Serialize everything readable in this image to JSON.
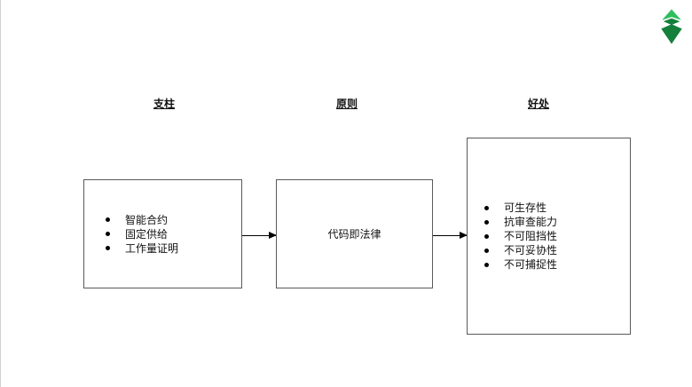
{
  "diagram": {
    "columns": {
      "pillars": {
        "header": "支柱",
        "items": [
          "智能合约",
          "固定供给",
          "工作量证明"
        ]
      },
      "principles": {
        "header": "原则",
        "text": "代码即法律"
      },
      "benefits": {
        "header": "好处",
        "items": [
          "可生存性",
          "抗审查能力",
          "不可阻挡性",
          "不可妥协性",
          "不可捕捉性"
        ]
      }
    },
    "logo": {
      "label": "ethereum-classic-logo",
      "green_light": "#2FBE5E",
      "green_dark": "#157F3C"
    },
    "box_border_color": "#595959",
    "arrow_color": "#000000"
  }
}
